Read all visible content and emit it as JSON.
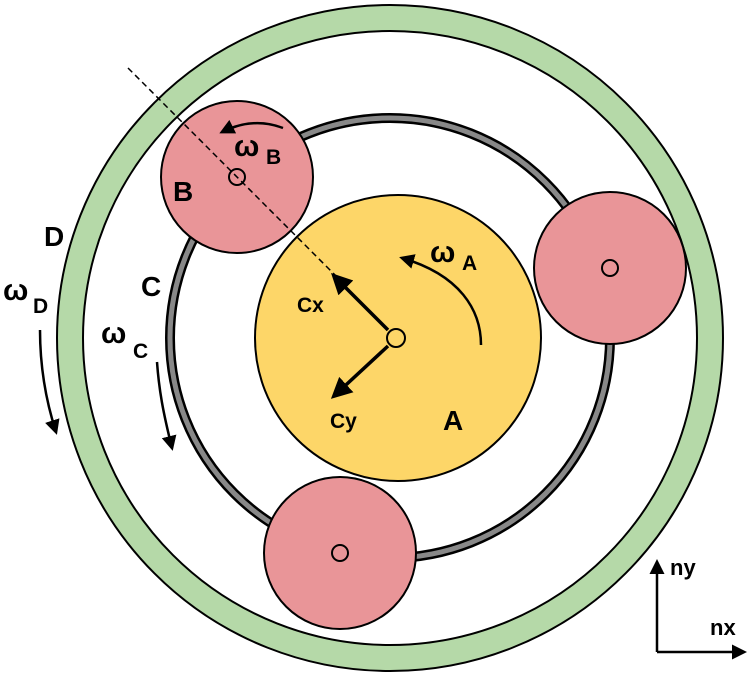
{
  "labels": {
    "a": "A",
    "b": "B",
    "c": "C",
    "d": "D",
    "omega": "ω",
    "omega_a_sub": "A",
    "omega_b_sub": "B",
    "omega_c_sub": "C",
    "omega_d_sub": "D",
    "cx": "Cx",
    "cy": "Cy",
    "nx": "nx",
    "ny": "ny"
  },
  "colors": {
    "outer_ring": "#b5d9a8",
    "carrier_ring": "#888888",
    "sun_gear": "#fdd668",
    "planet_gear": "#e99598",
    "stroke": "#000000"
  }
}
